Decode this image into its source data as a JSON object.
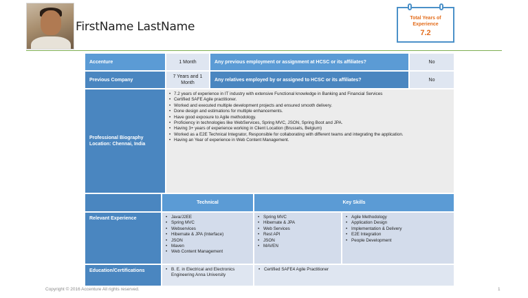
{
  "header": {
    "name": "FirstName LastName",
    "experience_label_1": "Total Years of",
    "experience_label_2": "Experience",
    "experience_value": "7.2"
  },
  "rows": {
    "accenture_label": "Accenture",
    "accenture_value": "1 Month",
    "q1": "Any previous employment or assignment at HCSC or its affiliates?",
    "q1_answer": "No",
    "prev_company_label": "Previous Company",
    "prev_company_value": "7 Years and 1 Month",
    "q2": "Any relatives employed by or assigned to HCSC or its affiliates?",
    "q2_answer": "No"
  },
  "biography": {
    "label_1": "Professional Biography",
    "label_2": "Location: Chennai, India",
    "items": [
      "7.2 years of experience in IT industry with extensive Functional knowledge in Banking and Financial Services",
      "Certified SAFE Agile practitioner.",
      "Worked and executed multiple development projects and ensured smooth delivery.",
      "Done design and estimations for multiple enhancements.",
      "Have good exposure to Agile methodology.",
      "Proficiency in technologies like WebServices, Spring MVC, JSON, Spring Boot and JPA.",
      "Having 3+ years of experience working in Client Location (Brussels, Belgium)",
      "Worked as a E2E Technical Integrator, Responsible for collaborating with different teams and integrating the application.",
      "Having an Year of experience in Web Content Management."
    ]
  },
  "experience": {
    "label": "Relevant Experience",
    "technical_header": "Technical",
    "key_skills_header": "Key Skills",
    "technical_col1": [
      "Java/J2EE",
      "Spring MVC",
      "Webservices",
      "Hibernate & JPA (Interface)",
      "JSON",
      "Maven",
      "Web Content Management"
    ],
    "technical_col2": [
      "Spring MVC",
      "Hibernate & JPA",
      "Web Services",
      "Rest API",
      "JSON",
      "MAVEN"
    ],
    "key_skills": [
      "Agile Methodology",
      "Application Design",
      "Implementation & Delivery",
      "E2E Integration",
      "People Development"
    ]
  },
  "education": {
    "label": "Education/Certifications",
    "degree": "B. E. in Electrical and Electronics Engineering Anna University",
    "certification": "Certified SAFE4 Agile Practitioner"
  },
  "footer": {
    "copyright": "Copyright © 2016 Accenture All rights reserved.",
    "page": "1"
  },
  "colors": {
    "header_blue": "#5b9bd5",
    "accent_orange": "#e36c1b",
    "rule_green": "#7cae4f"
  }
}
